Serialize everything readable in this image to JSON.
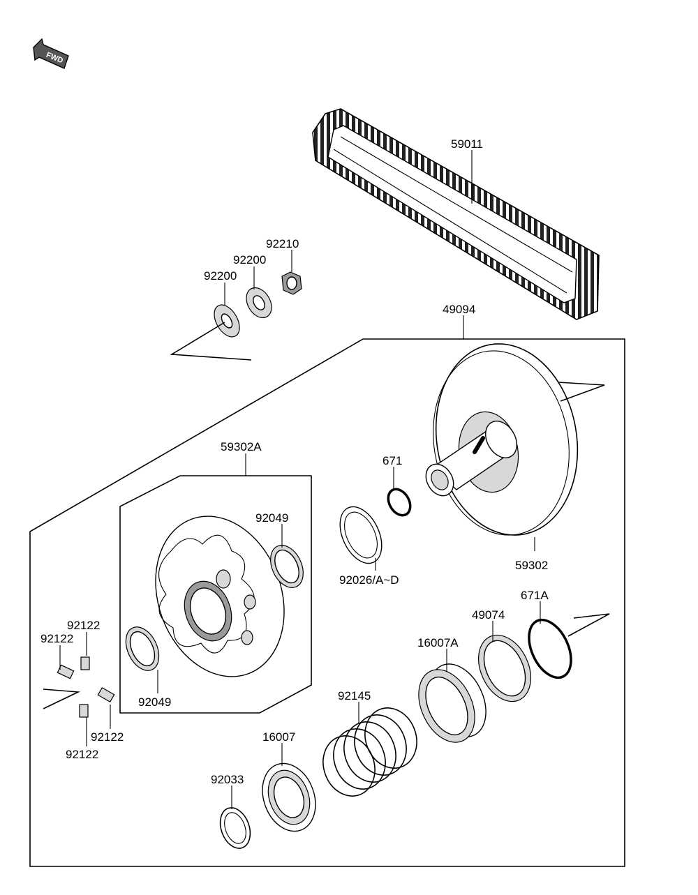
{
  "fwd_badge": "FWD",
  "parts": {
    "p59011": "59011",
    "p92210": "92210",
    "p92200a": "92200",
    "p92200b": "92200",
    "p49094": "49094",
    "p59302A": "59302A",
    "p671": "671",
    "p92049a": "92049",
    "p92026": "92026/A~D",
    "p59302": "59302",
    "p671A": "671A",
    "p49074": "49074",
    "p16007A": "16007A",
    "p92122a": "92122",
    "p92122b": "92122",
    "p92122c": "92122",
    "p92122d": "92122",
    "p92049b": "92049",
    "p92145": "92145",
    "p16007": "16007",
    "p92033": "92033"
  }
}
